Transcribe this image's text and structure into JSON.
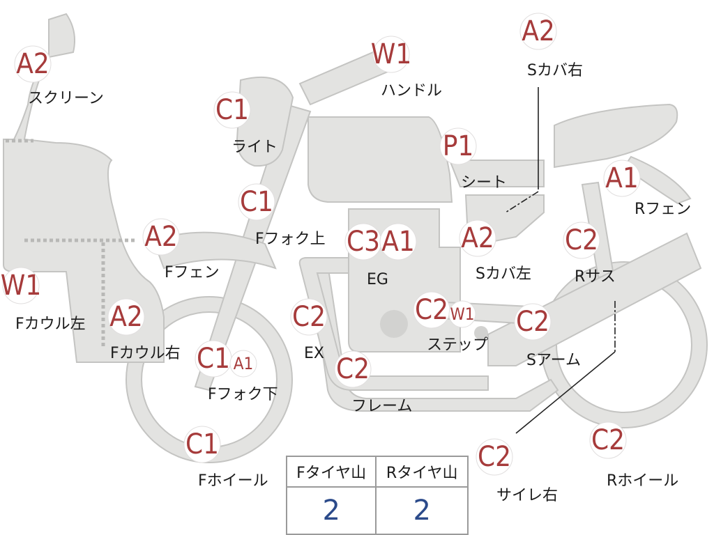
{
  "parts": [
    {
      "id": "screen",
      "grade": "A2",
      "label": "スクリーン"
    },
    {
      "id": "light",
      "grade": "C1",
      "label": "ライト"
    },
    {
      "id": "handle",
      "grade": "W1",
      "label": "ハンドル"
    },
    {
      "id": "side-cover-right",
      "grade": "A2",
      "label": "Sカバ右"
    },
    {
      "id": "seat",
      "grade": "P1",
      "label": "シート"
    },
    {
      "id": "rear-fender",
      "grade": "A1",
      "label": "Rフェン"
    },
    {
      "id": "front-fork-upper",
      "grade": "C1",
      "label": "Fフォク上"
    },
    {
      "id": "front-fender",
      "grade": "A2",
      "label": "Fフェン"
    },
    {
      "id": "engine",
      "grade": "C3",
      "grade2": "A1",
      "label": "EG"
    },
    {
      "id": "side-cover-left",
      "grade": "A2",
      "label": "Sカバ左"
    },
    {
      "id": "rear-suspension",
      "grade": "C2",
      "label": "Rサス"
    },
    {
      "id": "front-cowl-left",
      "grade": "W1",
      "label": "Fカウル左"
    },
    {
      "id": "front-cowl-right",
      "grade": "A2",
      "label": "Fカウル右"
    },
    {
      "id": "exhaust",
      "grade": "C2",
      "label": "EX"
    },
    {
      "id": "step",
      "grade": "C2",
      "grade2": "W1",
      "label": "ステップ"
    },
    {
      "id": "swing-arm",
      "grade": "C2",
      "label": "Sアーム"
    },
    {
      "id": "front-fork-lower",
      "grade": "C1",
      "grade2": "A1",
      "label": "Fフォク下"
    },
    {
      "id": "frame",
      "grade": "C2",
      "label": "フレーム"
    },
    {
      "id": "front-wheel",
      "grade": "C1",
      "label": "Fホイール"
    },
    {
      "id": "silencer-right",
      "grade": "C2",
      "label": "サイレ右"
    },
    {
      "id": "rear-wheel",
      "grade": "C2",
      "label": "Rホイール"
    }
  ],
  "tire_table": {
    "front_header": "Fタイヤ山",
    "rear_header": "Rタイヤ山",
    "front_value": "2",
    "rear_value": "2"
  },
  "colors": {
    "grade_text": "#a63b3b",
    "value_text": "#2b4a8a",
    "part_fill": "#e3e3e1"
  }
}
